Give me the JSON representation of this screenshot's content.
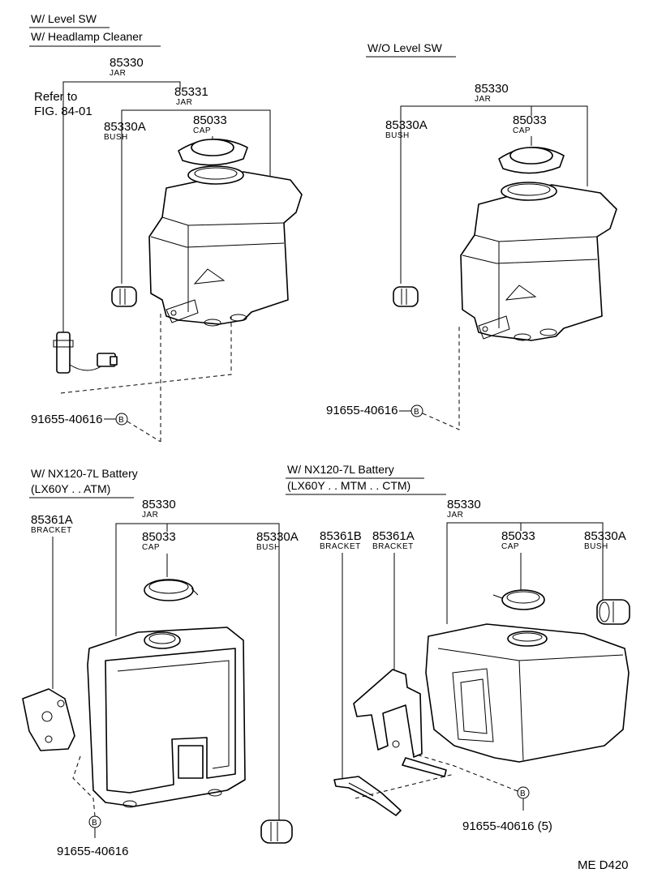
{
  "sections": {
    "top_left": {
      "header_line1": "W/ Level SW",
      "header_line2": "W/ Headlamp Cleaner",
      "jar": {
        "number": "85330",
        "name": "JAR"
      },
      "jar2": {
        "number": "85331",
        "name": "JAR"
      },
      "refer": {
        "line1": "Refer to",
        "line2": "FIG. 84-01"
      },
      "bush": {
        "number": "85330A",
        "name": "BUSH"
      },
      "cap": {
        "number": "85033",
        "name": "CAP"
      },
      "bolt": {
        "number": "91655-40616",
        "marker": "B"
      }
    },
    "top_right": {
      "header": "W/O Level SW",
      "jar": {
        "number": "85330",
        "name": "JAR"
      },
      "bush": {
        "number": "85330A",
        "name": "BUSH"
      },
      "cap": {
        "number": "85033",
        "name": "CAP"
      },
      "bolt": {
        "number": "91655-40616",
        "marker": "B"
      }
    },
    "bottom_left": {
      "header_line1": "W/ NX120-7L Battery",
      "header_line2": "(LX60Y . . ATM)",
      "bracket": {
        "number": "85361A",
        "name": "BRACKET"
      },
      "jar": {
        "number": "85330",
        "name": "JAR"
      },
      "cap": {
        "number": "85033",
        "name": "CAP"
      },
      "bush": {
        "number": "85330A",
        "name": "BUSH"
      },
      "bolt": {
        "number": "91655-40616",
        "marker": "B"
      }
    },
    "bottom_right": {
      "header_line1": "W/ NX120-7L Battery",
      "header_line2": "(LX60Y . . MTM . . CTM)",
      "jar": {
        "number": "85330",
        "name": "JAR"
      },
      "bracket_b": {
        "number": "85361B",
        "name": "BRACKET"
      },
      "bracket_a": {
        "number": "85361A",
        "name": "BRACKET"
      },
      "cap": {
        "number": "85033",
        "name": "CAP"
      },
      "bush": {
        "number": "85330A",
        "name": "BUSH"
      },
      "bolt": {
        "number": "91655-40616 (5)",
        "marker": "B"
      }
    }
  },
  "footer_code": "ME  D420"
}
